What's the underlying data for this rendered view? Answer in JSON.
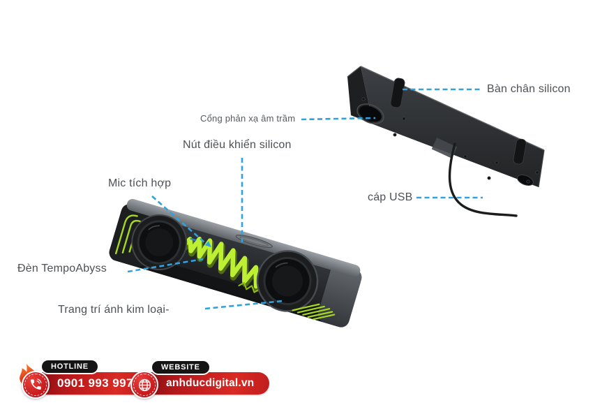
{
  "title": "Soundbar product feature infographic",
  "callouts": {
    "silicon_feet": "Bàn chân silicon",
    "bass_port": "Cổng phản xạ âm trầm",
    "silicon_buttons": "Nút điều khiển silicon",
    "mic": "Mic tích hợp",
    "usb_cable": "cáp USB",
    "tempo_light": "Đèn TempoAbyss",
    "metal_trim": "Trang trí ánh kim loại-"
  },
  "footer": {
    "hotline": {
      "label": "HOTLINE",
      "number": "0901 993 997",
      "icon": "phone-icon"
    },
    "website": {
      "label": "WEBSITE",
      "url": "anhducdigital.vn",
      "icon": "globe-icon"
    }
  },
  "colors": {
    "background": "#ffffff",
    "callout_line": "#31a2dc",
    "label_text": "#4c5156",
    "badge_red": "#cf1d22",
    "badge_black": "#151515",
    "accent_lime": "#b4e62a",
    "speaker_body": "#26282a"
  }
}
